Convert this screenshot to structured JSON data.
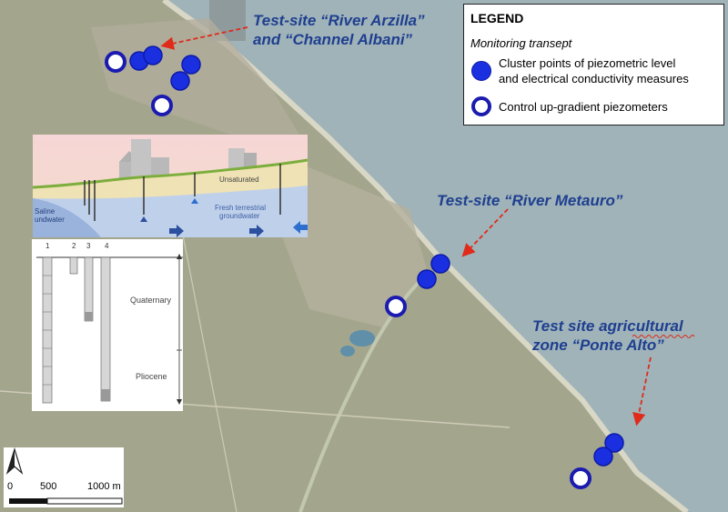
{
  "site_labels": {
    "arzilla_line1": "Test-site  “River  Arzilla”",
    "arzilla_line2": "and “Channel Albani”",
    "metauro": "Test-site  “River Metauro”",
    "pontealto_line1": "Test  site  agricultural",
    "pontealto_line2": "zone “Ponte Alto”"
  },
  "legend": {
    "title": "LEGEND",
    "subtitle": "Monitoring transept",
    "cluster_label_1": "Cluster points of piezometric level",
    "cluster_label_2": "and electrical conductivity measures",
    "control_label": "Control up-gradient piezometers"
  },
  "inset_section": {
    "unsaturated": "Unsaturated",
    "fresh_1": "Fresh terrestrial",
    "fresh_2": "groundwater",
    "saline_1": "Saline",
    "saline_2": "undwater"
  },
  "inset_wells": {
    "well_numbers": [
      "1",
      "2",
      "3",
      "4"
    ],
    "quaternary": "Quaternary",
    "pliocene": "Pliocene"
  },
  "scalebar": {
    "tick_0": "0",
    "tick_500": "500",
    "tick_1000": "1000 m"
  },
  "colors": {
    "sea": "#9fb3b9",
    "land": "#a3a68c",
    "marker_fill": "#1a2fe0",
    "marker_ring": "#1b1bb0",
    "label_text": "#1f3f8f",
    "arrow": "#e02a1a"
  }
}
